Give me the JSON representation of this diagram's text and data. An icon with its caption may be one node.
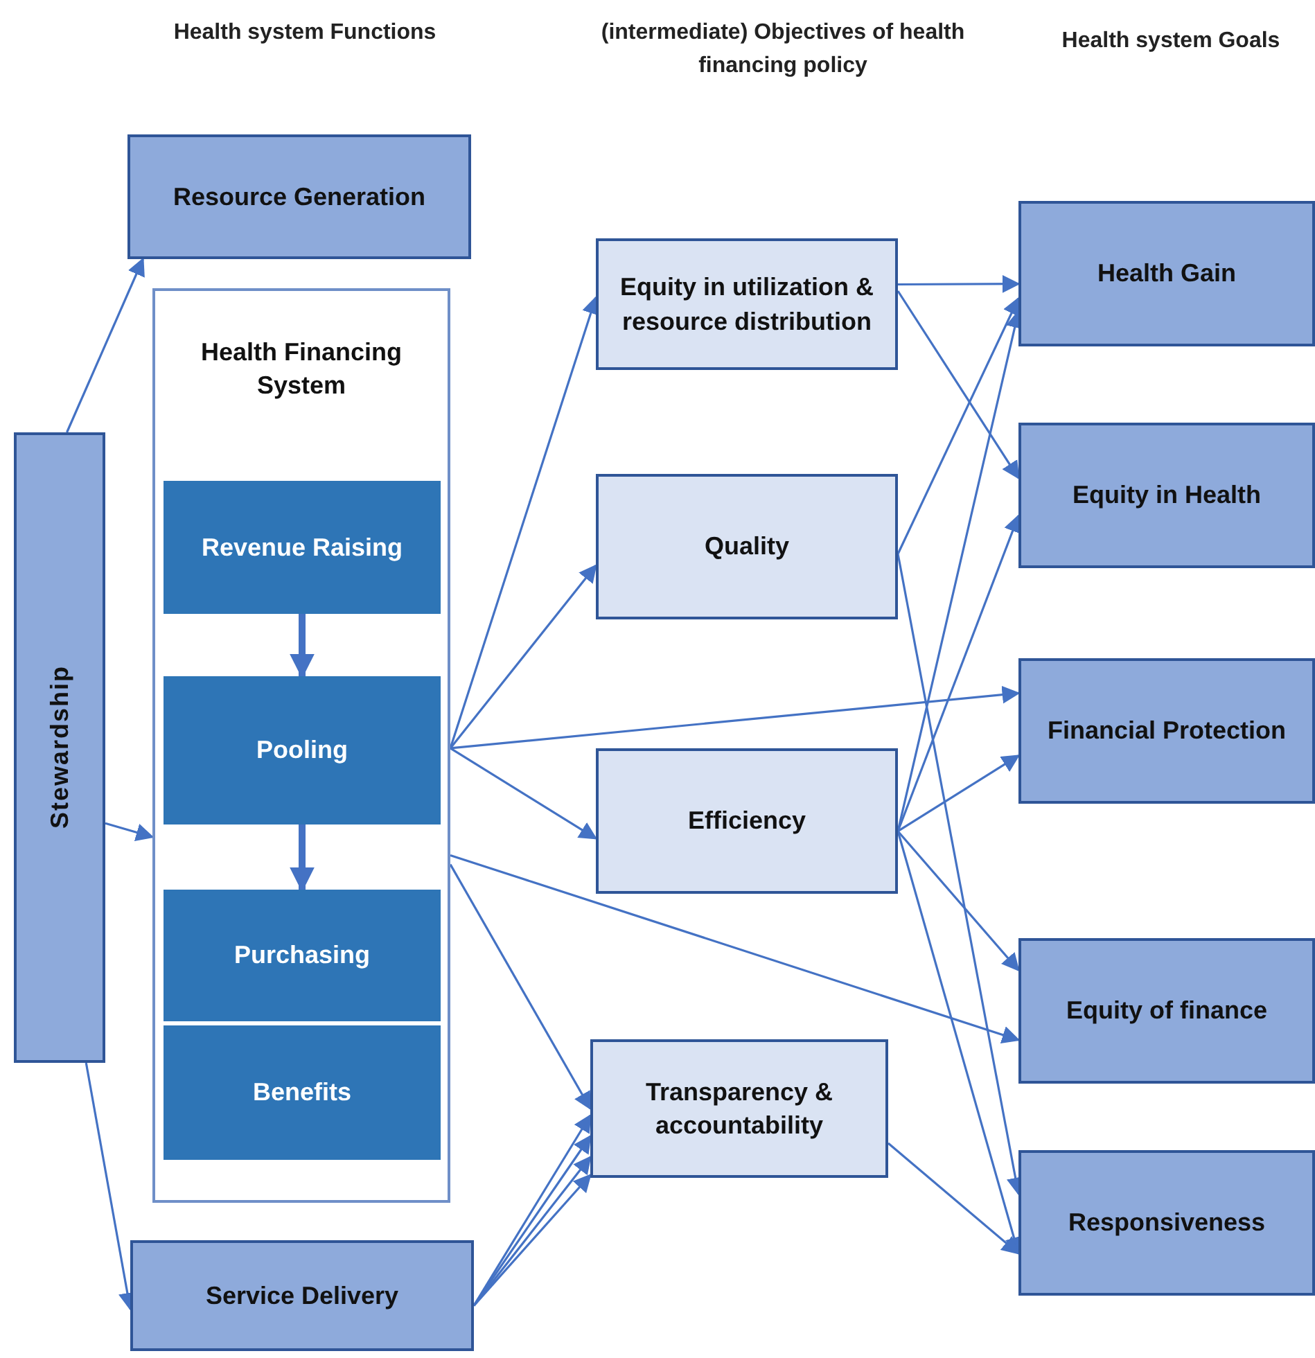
{
  "diagram": {
    "nodes": [
      {
        "text": [
          "Stewardship"
        ]
      },
      {
        "text": [
          "Resource Generation"
        ]
      },
      {
        "text": [
          "Health Financing System"
        ]
      },
      {
        "text": [
          "Revenue Raising"
        ],
        "in": 2
      },
      {
        "text": [
          "Pooling"
        ],
        "in": 2
      },
      {
        "text": [
          "Purchasing"
        ],
        "in": 2
      },
      {
        "text": [
          "Benefits"
        ],
        "in": 2
      },
      {
        "text": [
          "Service Delivery"
        ]
      },
      {
        "text": [
          "Equity in utilization & resource distribution"
        ]
      },
      {
        "text": [
          "Quality"
        ]
      },
      {
        "text": [
          "Efficiency"
        ]
      },
      {
        "text": [
          "Transparency & accountability"
        ]
      },
      {
        "text": [
          "Health Gain"
        ]
      },
      {
        "text": [
          "Equity in Health"
        ]
      },
      {
        "text": [
          "Financial Protection"
        ]
      },
      {
        "text": [
          "Equity of finance"
        ]
      },
      {
        "text": [
          "Responsiveness"
        ]
      }
    ],
    "edges": [
      {
        "from": 0,
        "to": 1,
        "arrow": "to"
      },
      {
        "from": 0,
        "to": 2,
        "arrow": "to"
      },
      {
        "from": 0,
        "to": 7,
        "arrow": "to"
      },
      {
        "from": 3,
        "to": 4,
        "arrow": "to",
        "style": "thick"
      },
      {
        "from": 4,
        "to": 5,
        "arrow": "to",
        "style": "thick"
      },
      {
        "from": 2,
        "to": 8,
        "arrow": "to"
      },
      {
        "from": 2,
        "to": 9,
        "arrow": "to"
      },
      {
        "from": 2,
        "to": 14,
        "arrow": "to"
      },
      {
        "from": 2,
        "to": 10,
        "arrow": "to"
      },
      {
        "from": 2,
        "to": 15,
        "arrow": "to"
      },
      {
        "from": 2,
        "to": 11,
        "arrow": "to"
      },
      {
        "from": 7,
        "to": 11,
        "arrow": "to"
      },
      {
        "from": 7,
        "to": 11,
        "arrow": "to"
      },
      {
        "from": 7,
        "to": 11,
        "arrow": "to"
      },
      {
        "from": 7,
        "to": 11,
        "arrow": "to"
      },
      {
        "from": 8,
        "to": 12,
        "arrow": "to"
      },
      {
        "from": 8,
        "to": 13,
        "arrow": "to"
      },
      {
        "from": 9,
        "to": 12,
        "arrow": "to"
      },
      {
        "from": 9,
        "to": 16,
        "arrow": "to"
      },
      {
        "from": 10,
        "to": 12,
        "arrow": "to"
      },
      {
        "from": 10,
        "to": 13,
        "arrow": "to"
      },
      {
        "from": 10,
        "to": 14,
        "arrow": "to"
      },
      {
        "from": 10,
        "to": 15,
        "arrow": "to"
      },
      {
        "from": 10,
        "to": 16,
        "arrow": "to"
      },
      {
        "from": 11,
        "to": 16,
        "arrow": "to"
      }
    ],
    "labels": [
      "Health system Functions",
      "(intermediate) Objectives of health financing policy",
      "Health system Goals"
    ]
  }
}
